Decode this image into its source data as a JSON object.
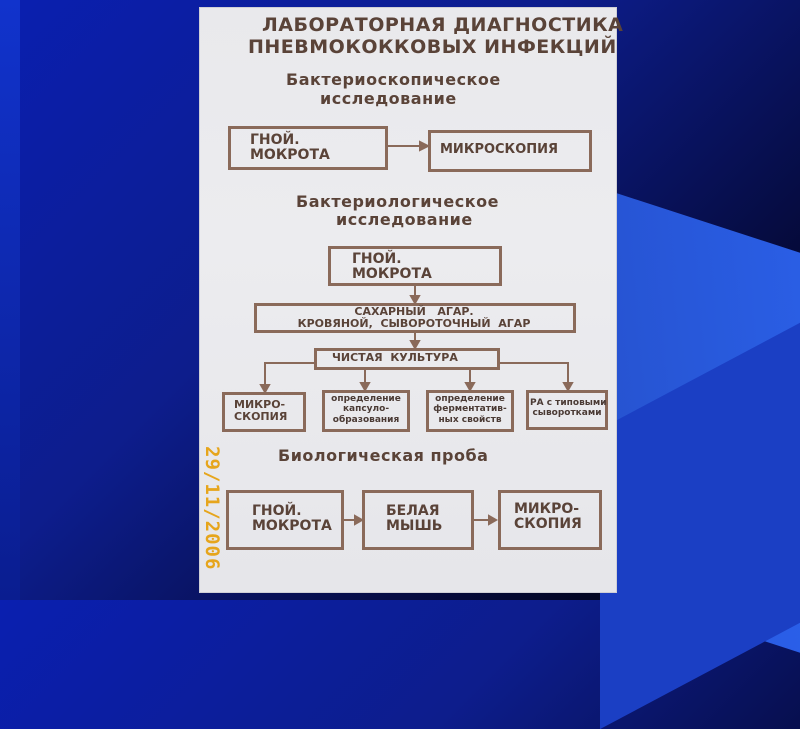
{
  "poster": {
    "title_line1": "ЛАБОРАТОРНАЯ ДИАГНОСТИКА",
    "title_line2": "ПНЕВМОКОККОВЫХ ИНФЕКЦИЙ",
    "section1_line1": "Бактериоскопическое",
    "section1_line2": "исследование",
    "s1_box1": "ГНОЙ.\nМОКРОТА",
    "s1_box2": "МИКРОСКОПИЯ",
    "section2_line1": "Бактериологическое",
    "section2_line2": "исследование",
    "s2_box1": "ГНОЙ.\nМОКРОТА",
    "s2_box2": "САХАРНЫЙ   АГАР.\nКРОВЯНОЙ,  СЫВОРОТОЧНЫЙ  АГАР",
    "s2_box3": "ЧИСТАЯ  КУЛЬТУРА",
    "s2_leaf1": "МИКРО-\nСКОПИЯ",
    "s2_leaf2": "определение\nкапсуло-\nобразования",
    "s2_leaf3": "определение\nферментатив-\nных свойств",
    "s2_leaf4": "РА с типовыми\nсыворотками",
    "section3": "Биологическая  проба",
    "s3_box1": "ГНОЙ.\nМОКРОТА",
    "s3_box2": "БЕЛАЯ\nМЫШЬ",
    "s3_box3": "МИКРО-\nСКОПИЯ",
    "date_stamp": "29/11/2006"
  }
}
